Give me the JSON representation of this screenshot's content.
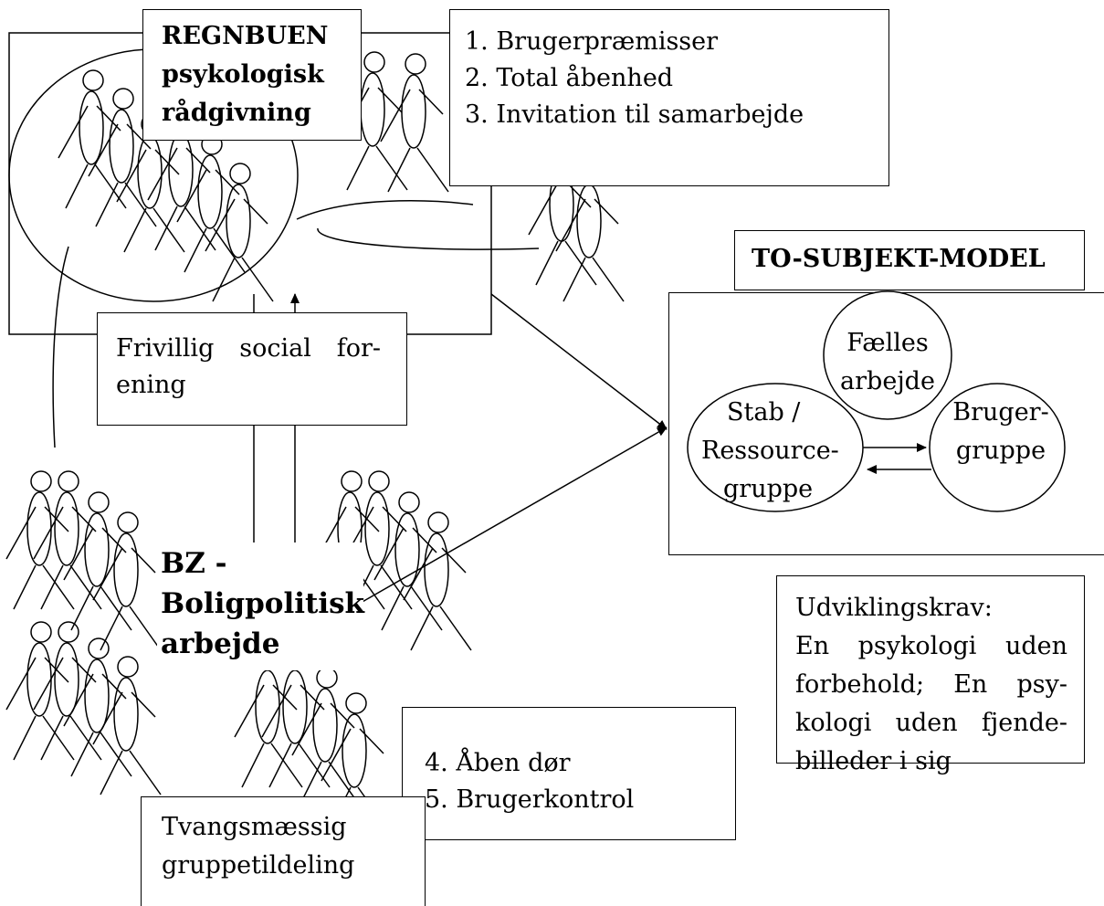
{
  "regnbuen": {
    "title_line1": "REGNBUEN",
    "title_line2": "psykologisk",
    "title_line3": "rådgivning"
  },
  "principles_top": {
    "items": [
      "1. Brugerpræmisser",
      "2. Total åbenhed",
      "3. Invitation til samarbejde"
    ]
  },
  "frivillig": {
    "word1": "Frivillig",
    "word2": "social",
    "word3": "for-",
    "line2": "ening"
  },
  "bz": {
    "line1": "BZ -",
    "line2": "Boligpolitisk",
    "line3": "arbejde"
  },
  "model": {
    "title": "TO-SUBJEKT-MODEL",
    "faelles_line1": "Fælles",
    "faelles_line2": "arbejde",
    "stab_line1": "Stab /",
    "stab_line2": "Ressource-",
    "stab_line3": "gruppe",
    "bruger_line1": "Bruger-",
    "bruger_line2": "gruppe"
  },
  "udvikling": {
    "line1": "Udviklingskrav:",
    "line2": [
      "En",
      "psykologi",
      "uden"
    ],
    "line3": [
      "forbehold;",
      "En",
      "psy-"
    ],
    "line4": [
      "kologi",
      "uden",
      "fjende-"
    ],
    "line5": "billeder i sig"
  },
  "principles_bottom": {
    "items": [
      "4. Åben dør",
      "5. Brugerkontrol"
    ]
  },
  "tvang": {
    "line1": "Tvangsmæssig",
    "line2": "gruppetildeling"
  },
  "icons": {
    "figure": "stick-figure-icon",
    "arrow": "arrow-icon"
  }
}
